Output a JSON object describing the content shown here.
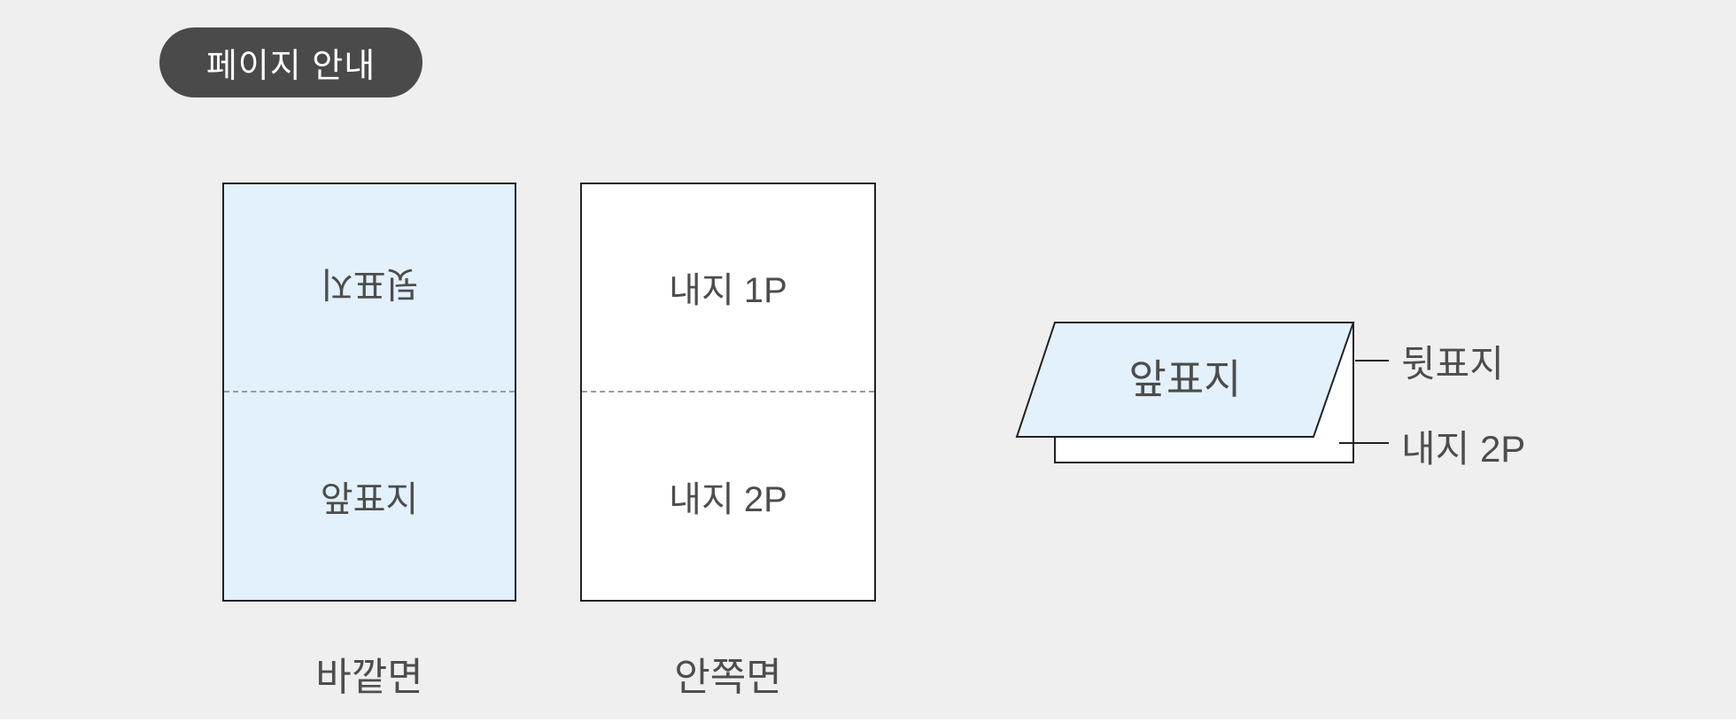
{
  "badge": {
    "label": "페이지 안내"
  },
  "panels": {
    "outer": {
      "top": "뒷표지",
      "bottom": "앞표지",
      "caption": "바깥면"
    },
    "inner": {
      "top": "내지 1P",
      "bottom": "내지 2P",
      "caption": "안쪽면"
    }
  },
  "folded_card": {
    "front": "앞표지",
    "callouts": {
      "back_cover": "뒷표지",
      "inner_page": "내지 2P"
    }
  },
  "colors": {
    "background": "#efefef",
    "badge_bg": "#4a4a4a",
    "badge_text": "#ffffff",
    "outline": "#222222",
    "cover_fill": "#e2f1fb",
    "page_fill": "#ffffff",
    "divider": "#9a9a9a",
    "text": "#4d4d4d"
  }
}
